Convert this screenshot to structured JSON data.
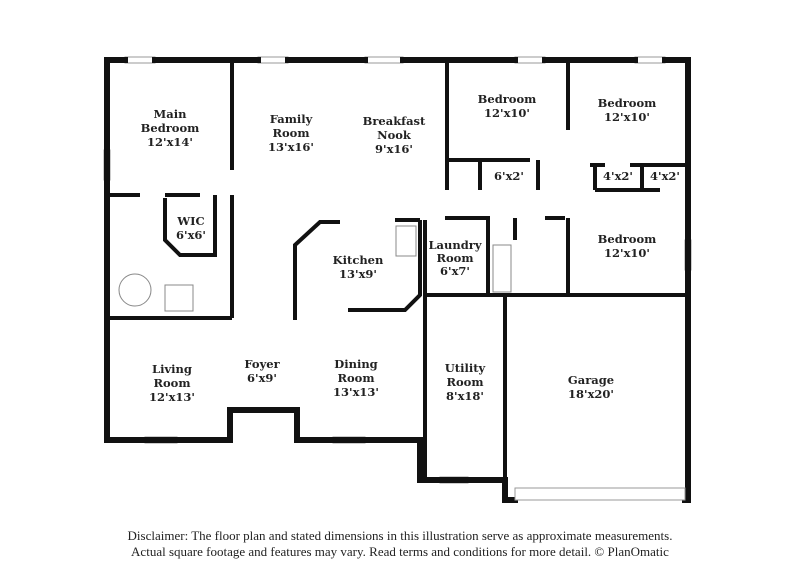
{
  "rooms": [
    {
      "name": "Main Bedroom",
      "dims": "12'x14'"
    },
    {
      "name": "Family Room",
      "dims": "13'x16'"
    },
    {
      "name": "Breakfast Nook",
      "dims": "9'x16'"
    },
    {
      "name": "Bedroom",
      "dims": "12'x10'"
    },
    {
      "name": "Bedroom",
      "dims": "12'x10'"
    },
    {
      "name": "Bedroom",
      "dims": "12'x10'"
    },
    {
      "name": "WIC",
      "dims": "6'x6'"
    },
    {
      "name": "Kitchen",
      "dims": "13'x9'"
    },
    {
      "name": "Laundry Room",
      "dims": "6'x7'"
    },
    {
      "name": "Living Room",
      "dims": "12'x13'"
    },
    {
      "name": "Foyer",
      "dims": "6'x9'"
    },
    {
      "name": "Dining Room",
      "dims": "13'x13'"
    },
    {
      "name": "Utility Room",
      "dims": "8'x18'"
    },
    {
      "name": "Garage",
      "dims": "18'x20'"
    }
  ],
  "closets": [
    "6'x2'",
    "4'x2'",
    "4'x2'"
  ],
  "disclaimer": {
    "line1": "Disclaimer: The floor plan and stated dimensions in this illustration serve as approximate measurements.",
    "line2": "Actual square footage and features may vary. Read terms and conditions for more detail. © PlanOmatic"
  }
}
